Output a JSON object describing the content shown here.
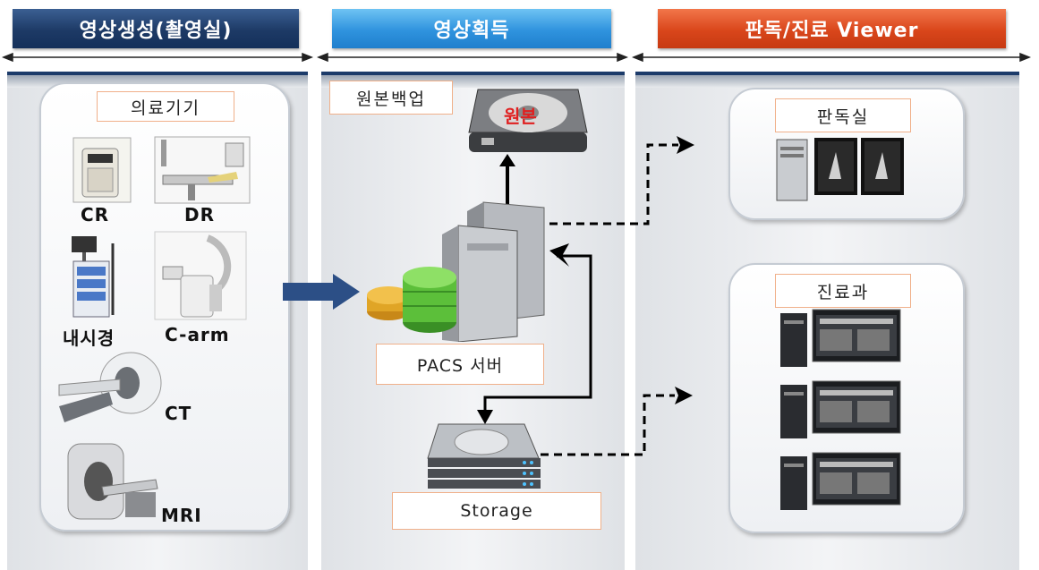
{
  "headers": [
    "영상생성(촬영실)",
    "영상획득",
    "판독/진료 Viewer"
  ],
  "panel1": {
    "box_label": "의료기기",
    "devices": [
      "CR",
      "DR",
      "내시경",
      "C-arm",
      "CT",
      "MRI"
    ]
  },
  "panel2": {
    "backup_label": "원본백업",
    "backup_disk_text": "원본",
    "server_label": "PACS 서버",
    "storage_label": "Storage"
  },
  "panel3": {
    "reading_label": "판독실",
    "clinic_label": "진료과"
  },
  "colors": {
    "header1": "#1d3a66",
    "header2": "#2f93de",
    "header3": "#d9461b",
    "label_border": "#f0b08a",
    "flow_arrow": "#2c4f86"
  }
}
